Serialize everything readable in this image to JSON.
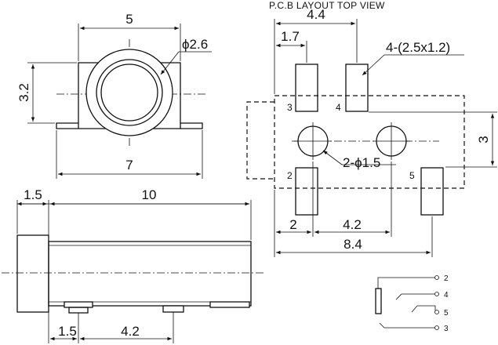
{
  "title": "P.C.B LAYOUT TOP VIEW",
  "front_view": {
    "width": "5",
    "diameter": "ϕ2.6",
    "height": "3.2",
    "base_width": "7"
  },
  "side_view": {
    "offset": "1.5",
    "length": "10",
    "peg_offset": "1.5",
    "peg_pitch": "4.2"
  },
  "pcb": {
    "span_top": "4.4",
    "pad_offset": "1.7",
    "pad_size": "4-(2.5x1.2)",
    "pitch_vertical": "3",
    "holes": "2-ϕ1.5",
    "offset_left": "2",
    "hole_pitch": "4.2",
    "total": "8.4",
    "pads": [
      "3",
      "4",
      "2",
      "5"
    ]
  },
  "schematic": {
    "pins": [
      "2",
      "4",
      "5",
      "3"
    ]
  }
}
